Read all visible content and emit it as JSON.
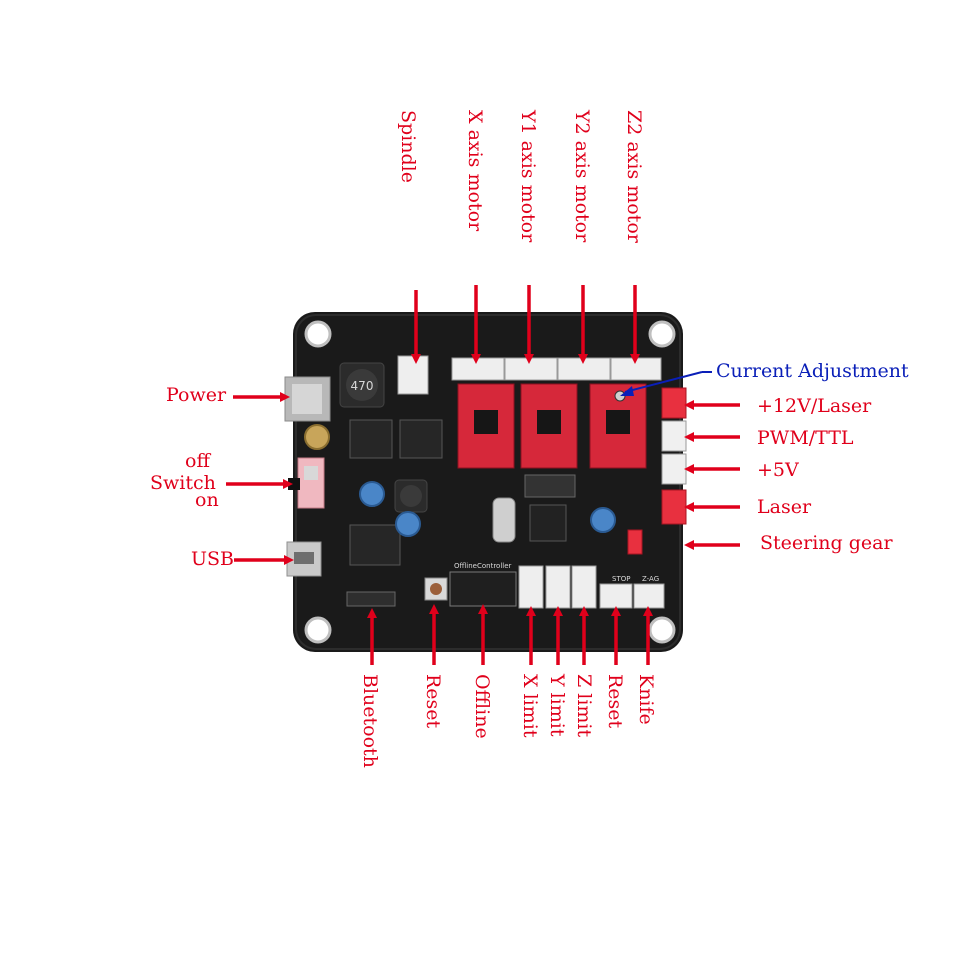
{
  "labels": {
    "top": {
      "spindle": "Spindle",
      "x_motor": "X axis motor",
      "y1_motor": "Y1 axis motor",
      "y2_motor": "Y2 axis motor",
      "z2_motor": "Z2 axis motor"
    },
    "left": {
      "power": "Power",
      "off": "off",
      "switch": "Switch",
      "on": "on",
      "usb": "USB"
    },
    "right": {
      "current_adjustment": "Current Adjustment",
      "v12_laser": "+12V/Laser",
      "pwm_ttl": "PWM/TTL",
      "v5": "+5V",
      "laser": "Laser",
      "steering_gear": "Steering gear"
    },
    "bottom": {
      "bluetooth": "Bluetooth",
      "reset": "Reset",
      "offline": "Offline",
      "x_limit": "X limit",
      "y_limit": "Y limit",
      "z_limit": "Z limit",
      "reset2": "Reset",
      "knife": "Knife"
    }
  },
  "board": {
    "stop_text": "STOP",
    "z_ag_text": "Z-AG",
    "offline_text": "OfflineController",
    "inductor_470": "470"
  },
  "colors": {
    "label": "#e0001b",
    "callout": "#0a1fb8",
    "pcb": "#1a1a1a",
    "driver": "#d6283a",
    "connector": "#eeeeee"
  }
}
